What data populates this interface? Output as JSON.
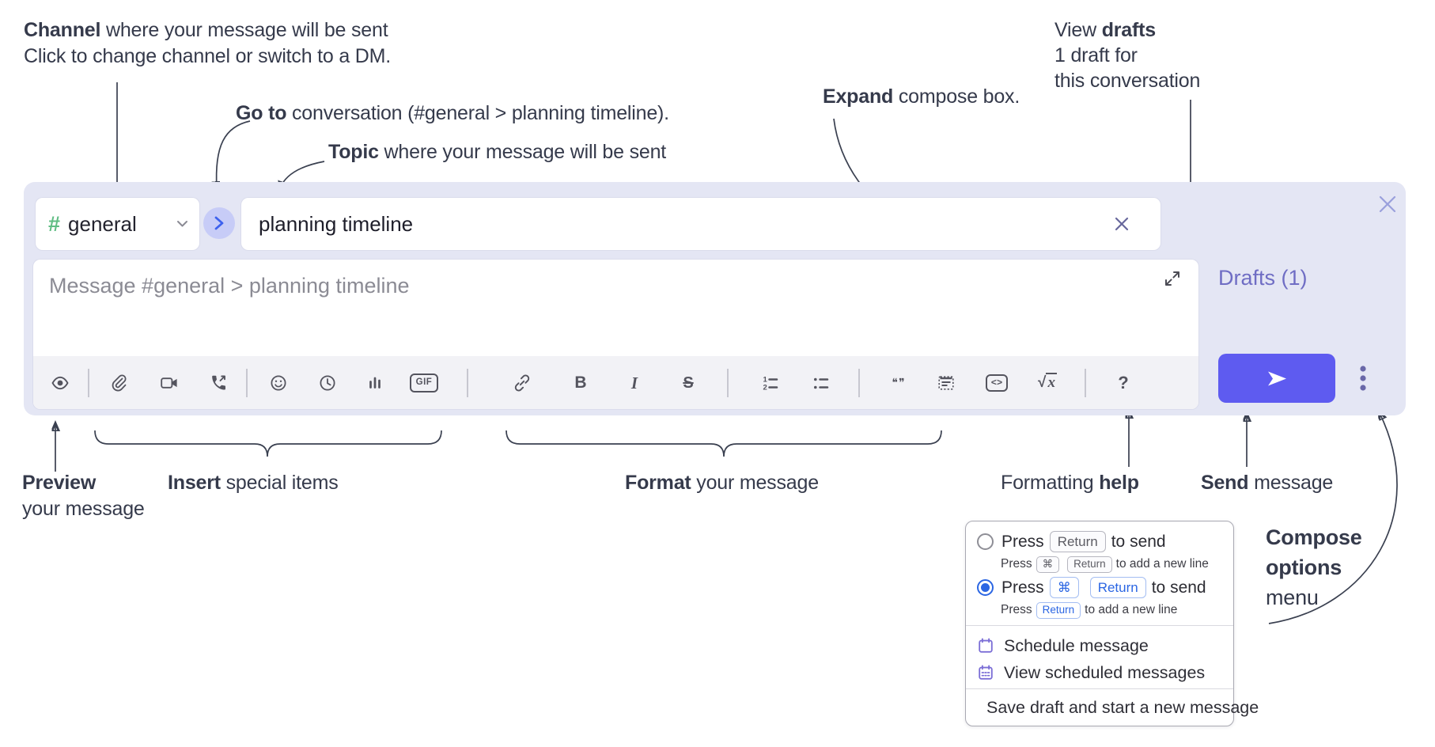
{
  "annotations": {
    "channel": {
      "bold": "Channel",
      "rest": " where your message will be sent",
      "line2": "Click to change channel or switch to a DM."
    },
    "goto": {
      "bold": "Go to",
      "rest": " conversation (#general > planning timeline)."
    },
    "topic": {
      "bold": "Topic",
      "rest": " where your message will be sent"
    },
    "expand": {
      "bold": "Expand",
      "rest": " compose box."
    },
    "view_drafts": {
      "pre": "View ",
      "bold": "drafts",
      "line2": "1 draft for",
      "line3": "this conversation"
    },
    "preview": {
      "bold": "Preview",
      "line2": "your message"
    },
    "insert": {
      "bold": "Insert",
      "rest": " special items"
    },
    "format": {
      "bold": "Format",
      "rest": " your message"
    },
    "formatting_help": {
      "pre": "Formatting ",
      "bold": "help"
    },
    "send": {
      "bold": "Send",
      "rest": " message"
    },
    "compose_options": {
      "bold1": "Compose",
      "bold2": "options",
      "rest": "menu"
    }
  },
  "composer": {
    "channel_hash": "#",
    "channel_name": "general",
    "topic_value": "planning timeline",
    "message_placeholder": "Message #general > planning timeline",
    "drafts_link": "Drafts (1)",
    "toolbar_glyphs": {
      "gif": "GIF",
      "bold": "B",
      "italic": "I",
      "strikethrough": "S",
      "ol_1": "1",
      "ol_2": "2",
      "quote": "❝❞",
      "inline_code": "<>",
      "formula_root": "√",
      "formula_x": "x",
      "help": "?"
    }
  },
  "compose_menu": {
    "option_return": {
      "main_pre": "Press",
      "main_kbd": "Return",
      "main_post": "to send",
      "sub_pre": "Press",
      "sub_kbd1": "⌘",
      "sub_kbd2": "Return",
      "sub_post": "to add a new line"
    },
    "option_cmd_return": {
      "main_pre": "Press",
      "main_kbd1": "⌘",
      "main_kbd2": "Return",
      "main_post": "to send",
      "sub_pre": "Press",
      "sub_kbd": "Return",
      "sub_post": "to add a new line"
    },
    "schedule": "Schedule message",
    "view_scheduled": "View scheduled messages",
    "save_draft": "Save draft and start a new message"
  },
  "colors": {
    "panel_bg": "#e4e6f4",
    "accent_send": "#5e5bf0",
    "drafts_link": "#6f6dc4",
    "hash_green": "#5fbd83",
    "goto_blue": "#3d61ee",
    "kbd_blue": "#2b66e3",
    "menu_icon_purple": "#7b6ed6"
  }
}
